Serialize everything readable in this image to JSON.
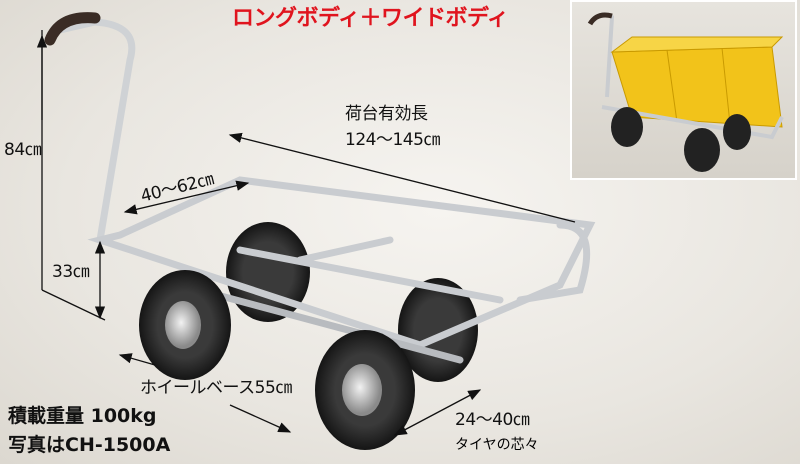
{
  "title": "ロングボディ＋ワイドボディ",
  "title_color": "#e0141e",
  "dimensions": {
    "height_total": "84㎝",
    "height_bed": "33㎝",
    "width": "40〜62㎝",
    "bed_length_label": "荷台有効長",
    "bed_length": "124〜145㎝",
    "wheelbase": "ホイールベース55㎝",
    "tread": "24〜40㎝",
    "tread_label": "タイヤの芯々"
  },
  "specs": {
    "load_capacity": "積載重量 100kg",
    "photo_model": "写真はCH-1500A"
  },
  "inset": {
    "crate_color": "#f2c31a"
  }
}
